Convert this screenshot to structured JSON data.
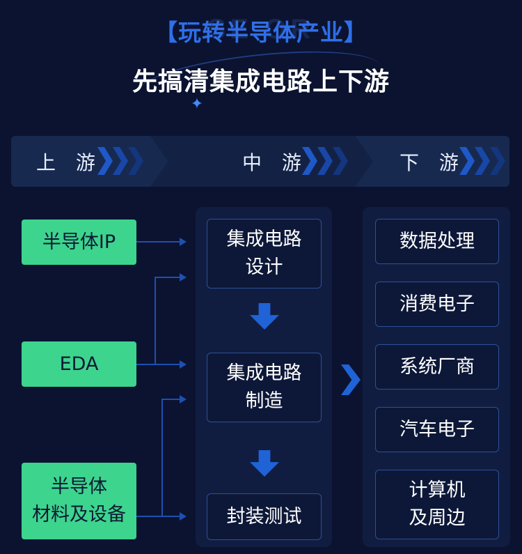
{
  "watermark": "SE                        OR",
  "header": {
    "subtitle": "【玩转半导体产业】",
    "title": "先搞清集成电路上下游"
  },
  "stages": [
    "上 游",
    "中 游",
    "下 游"
  ],
  "upstream": [
    "半导体IP",
    "EDA",
    "半导体\n材料及设备"
  ],
  "midstream": [
    "集成电路\n设计",
    "集成电路\n制造",
    "封装测试"
  ],
  "downstream": [
    "数据处理",
    "消费电子",
    "系统厂商",
    "汽车电子",
    "计算机\n及周边"
  ],
  "colors": {
    "background": "#0b1330",
    "accent_blue": "#2f6fe8",
    "upstream_green": "#3dd48e"
  }
}
